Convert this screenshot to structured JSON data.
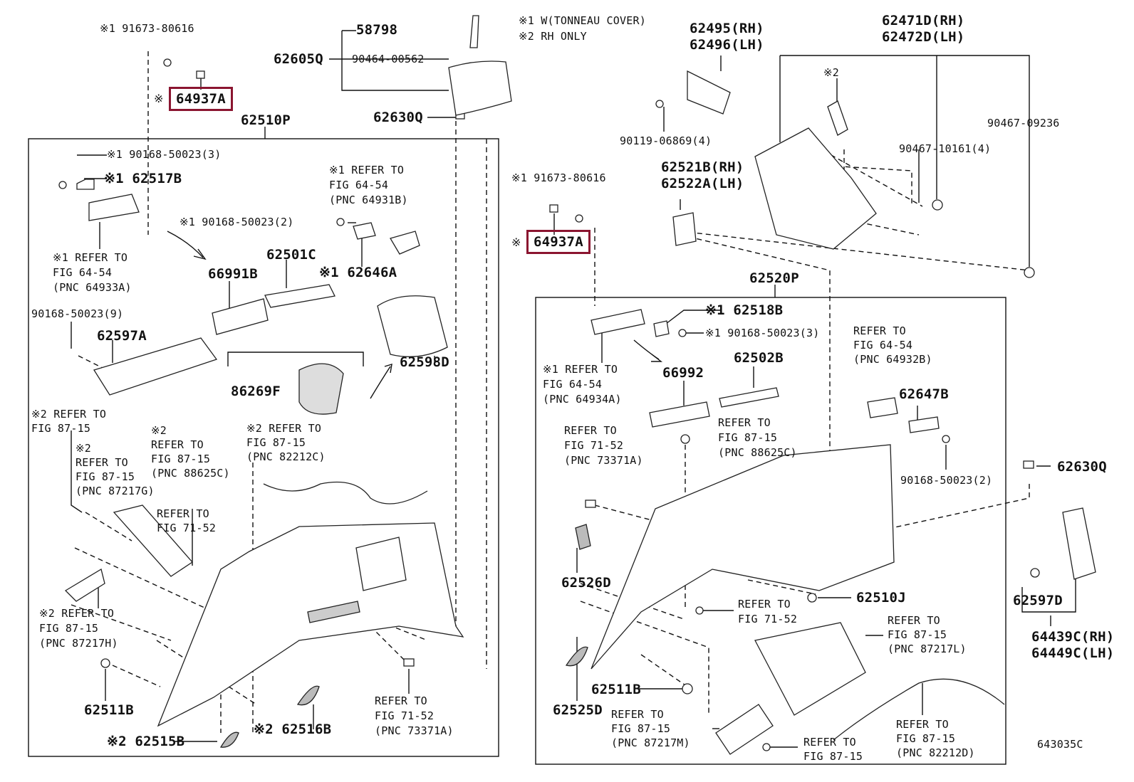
{
  "legend": {
    "note1": "※1 W(TONNEAU COVER)",
    "note2": "※2 RH ONLY"
  },
  "figure_id": "643035C",
  "highlight": {
    "part": "64937A"
  },
  "labels": {
    "l_91673_a": "※1 91673-80616",
    "l_64937a_a_mark": "※",
    "l_64937a_a": "64937A",
    "l_58798": "58798",
    "l_62605q": "62605Q",
    "l_90464": "90464-00562",
    "l_62630q_a": "62630Q",
    "l_62510p": "62510P",
    "l_90168_3a": "※1 90168-50023(3)",
    "l_62517b": "※1 62517B",
    "l_ref64_54_931b": "※1 REFER TO\nFIG 64-54\n(PNC 64931B)",
    "l_90168_2a": "※1 90168-50023(2)",
    "l_ref64_54_933a": "※1 REFER TO\nFIG 64-54\n(PNC 64933A)",
    "l_66991b": "66991B",
    "l_62501c": "62501C",
    "l_62646a": "※1 62646A",
    "l_90168_9": "90168-50023(9)",
    "l_62597a": "62597A",
    "l_62598d": "62598D",
    "l_86269f": "86269F",
    "l_ref87_15_a": "※2 REFER TO\nFIG 87-15",
    "l_ref87_15_88625c_a": "※2\nREFER TO\nFIG 87-15\n(PNC 88625C)",
    "l_ref87_15_82212c": "※2 REFER TO\nFIG 87-15\n(PNC 82212C)",
    "l_ref87_15_87217g": "※2\nREFER TO\nFIG 87-15\n(PNC 87217G)",
    "l_ref71_52_a": "REFER TO\nFIG 71-52",
    "l_ref87_15_87217h": "※2 REFER TO\nFIG 87-15\n(PNC 87217H)",
    "l_62511b_a": "62511B",
    "l_62515b": "※2 62515B",
    "l_62516b": "※2 62516B",
    "l_ref71_52_73371a_a": "REFER TO\nFIG 71-52\n(PNC 73371A)",
    "l_62495": "62495(RH)\n62496(LH)",
    "l_90119": "90119-06869(4)",
    "l_62471d": "62471D(RH)\n62472D(LH)",
    "l_mark2": "※2",
    "l_90467_09236": "90467-09236",
    "l_90467_10161": "90467-10161(4)",
    "l_91673_b": "※1 91673-80616",
    "l_64937a_b_mark": "※",
    "l_64937a_b": "64937A",
    "l_62521b": "62521B(RH)\n62522A(LH)",
    "l_62520p": "62520P",
    "l_62518b": "※1 62518B",
    "l_90168_3b": "※1 90168-50023(3)",
    "l_ref64_54_934a": "※1 REFER TO\nFIG 64-54\n(PNC 64934A)",
    "l_66992": "66992",
    "l_62502b": "62502B",
    "l_ref64_54_932b": "REFER TO\nFIG 64-54\n(PNC 64932B)",
    "l_62647b": "62647B",
    "l_ref71_52_73371a_b": "REFER TO\nFIG 71-52\n(PNC 73371A)",
    "l_ref87_15_88625c_b": "REFER TO\nFIG 87-15\n(PNC 88625C)",
    "l_90168_2b": "90168-50023(2)",
    "l_62630q_b": "62630Q",
    "l_62526d": "62526D",
    "l_62510j": "62510J",
    "l_ref71_52_b": "REFER TO\nFIG 71-52",
    "l_62597d": "62597D",
    "l_64439c": "64439C(RH)\n64449C(LH)",
    "l_ref87_15_87217l": "REFER TO\nFIG 87-15\n(PNC 87217L)",
    "l_62511b_b": "62511B",
    "l_62525d": "62525D",
    "l_ref87_15_87217m": "REFER TO\nFIG 87-15\n(PNC 87217M)",
    "l_ref87_15_b": "REFER TO\nFIG 87-15",
    "l_ref87_15_82212d": "REFER TO\nFIG 87-15\n(PNC 82212D)"
  }
}
